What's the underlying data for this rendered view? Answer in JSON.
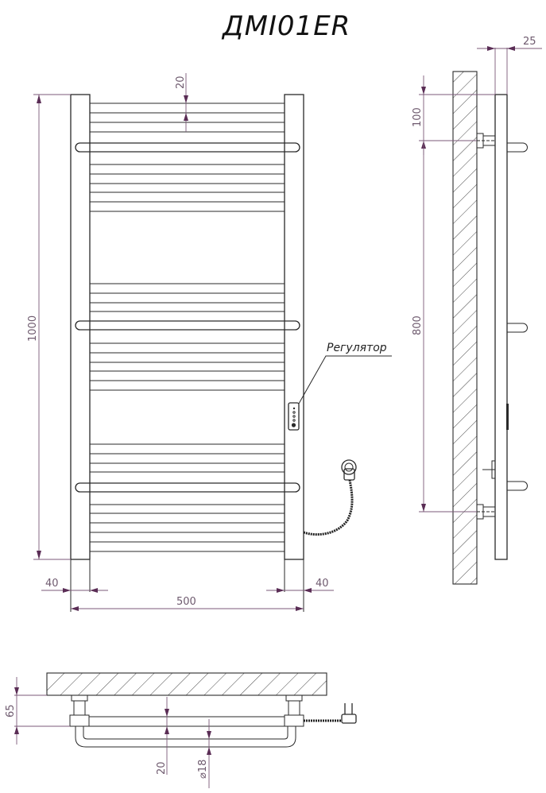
{
  "title": "ДМI01ER",
  "front_view": {
    "labels": {
      "regulator": "Регулятор"
    },
    "dimensions": {
      "height": "1000",
      "width": "500",
      "left_post": "40",
      "right_post": "40",
      "rung_pitch": "20"
    },
    "towel_bars": 3
  },
  "side_view": {
    "dimensions": {
      "depth_offset": "25",
      "top_to_mount": "100",
      "mount_spacing": "800"
    }
  },
  "top_view": {
    "dimensions": {
      "wall_offset": "65",
      "rung_offset": "20",
      "pipe_diameter": "⌀18"
    }
  },
  "colors": {
    "line": "#2a2a2a",
    "dimension": "#7b5a78",
    "background": "#ffffff"
  }
}
